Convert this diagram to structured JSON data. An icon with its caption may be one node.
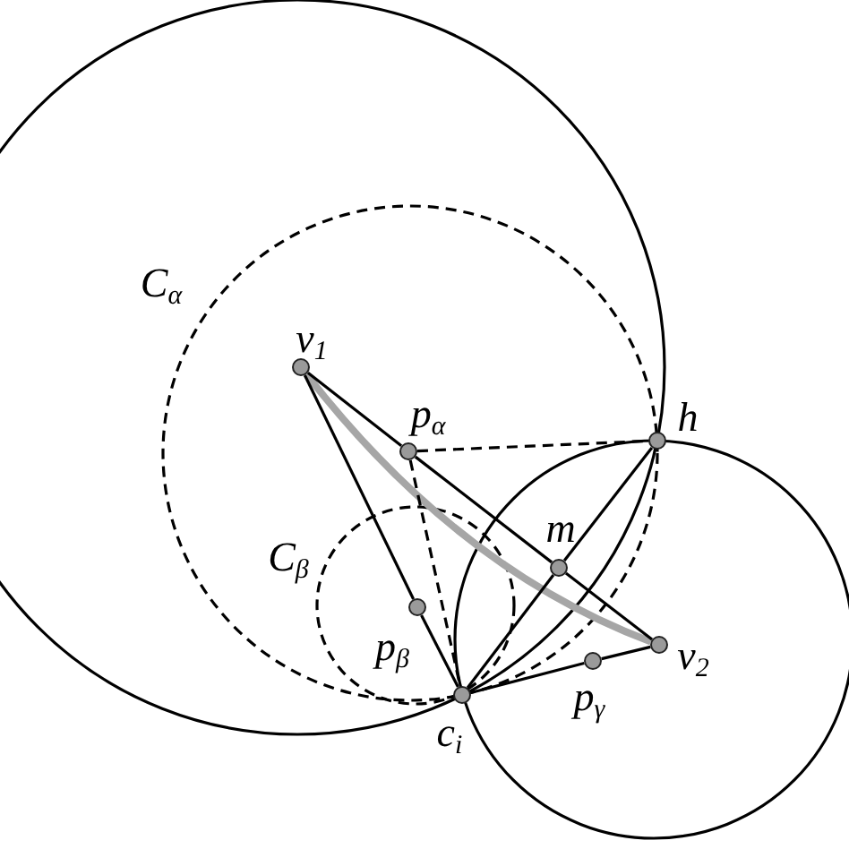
{
  "diagram": {
    "nodes": [
      {
        "text": [
          "v$_{1}$"
        ]
      },
      {
        "text": [
          "p$_{α}$"
        ]
      },
      {
        "text": [
          "h"
        ]
      },
      {
        "text": [
          "m"
        ]
      },
      {
        "text": [
          "p$_{β}$"
        ]
      },
      {
        "text": [
          "v$_{2}$"
        ]
      },
      {
        "text": [
          "p$_{γ}$"
        ]
      },
      {
        "text": [
          "c$_{i}$"
        ]
      }
    ],
    "edges": [
      {
        "from": 0,
        "to": 1,
        "arrow": "none"
      },
      {
        "from": 1,
        "to": 3,
        "arrow": "none"
      },
      {
        "from": 3,
        "to": 5,
        "arrow": "none"
      },
      {
        "from": 0,
        "to": 4,
        "arrow": "none"
      },
      {
        "from": 4,
        "to": 7,
        "arrow": "none"
      },
      {
        "from": 2,
        "to": 3,
        "arrow": "none"
      },
      {
        "from": 3,
        "to": 7,
        "arrow": "none"
      },
      {
        "from": 7,
        "to": 6,
        "arrow": "none"
      },
      {
        "from": 6,
        "to": 5,
        "arrow": "none"
      },
      {
        "from": 1,
        "to": 2,
        "arrow": "none",
        "style": "dashed"
      },
      {
        "from": 1,
        "to": 7,
        "arrow": "none",
        "style": "dashed"
      },
      {
        "from": 0,
        "to": 5,
        "arrow": "none",
        "style": "thick",
        "color": "#a6a6a6"
      }
    ],
    "labels": [
      "C$_{α}$",
      "C$_{β}$"
    ]
  }
}
